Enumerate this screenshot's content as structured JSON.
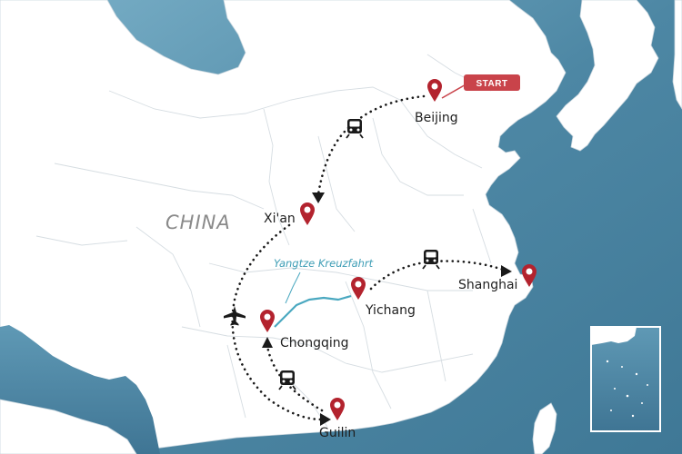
{
  "map": {
    "country_label": "CHINA",
    "river_label": "Yangtze Kreuzfahrt",
    "start_badge": "START",
    "cities": {
      "beijing": "Beijing",
      "xian": "Xi'an",
      "yichang": "Yichang",
      "shanghai": "Shanghai",
      "chongqing": "Chongqing",
      "guilin": "Guilin"
    },
    "legs": [
      {
        "from": "Beijing",
        "to": "Xi'an",
        "mode": "train-icon"
      },
      {
        "from": "Xi'an",
        "to": "Guilin",
        "mode": "plane-icon"
      },
      {
        "from": "Guilin",
        "to": "Chongqing",
        "mode": "train-icon"
      },
      {
        "from": "Chongqing",
        "to": "Yichang",
        "mode": "cruise"
      },
      {
        "from": "Yichang",
        "to": "Shanghai",
        "mode": "train-icon"
      }
    ],
    "colors": {
      "sea": "#4d87a4",
      "land": "#ffffff",
      "pin": "#b3232e",
      "start_badge": "#c9434a",
      "river": "#4aa8c0",
      "route": "#1a1a1a"
    }
  }
}
